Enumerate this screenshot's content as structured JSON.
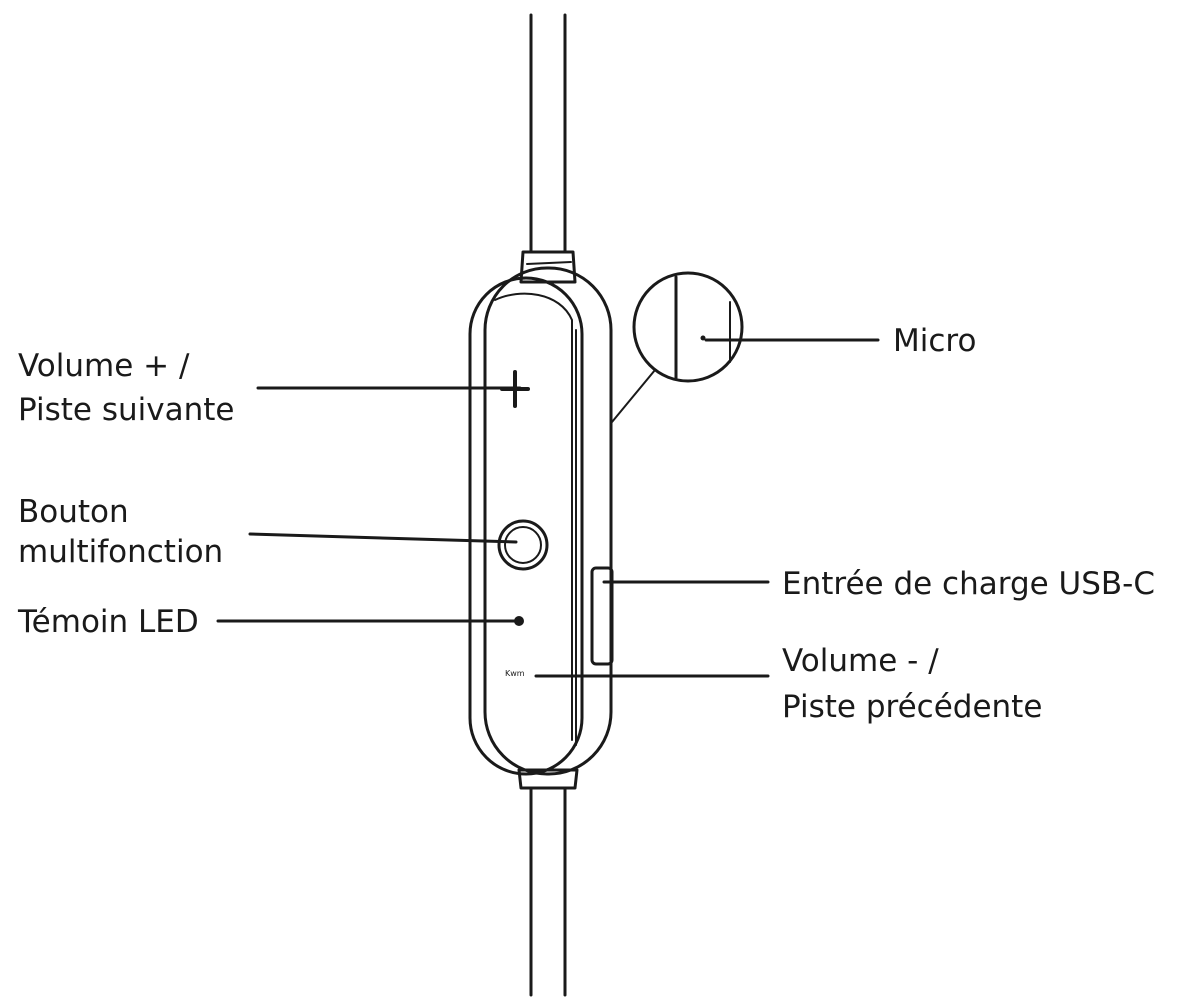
{
  "labels": {
    "volume_plus_line1": "Volume + /",
    "volume_plus_line2": "Piste suivante",
    "multifunction_line1": "Bouton",
    "multifunction_line2": "multifonction",
    "led": "Témoin LED",
    "micro": "Micro",
    "usb_c": "Entrée de charge USB-C",
    "volume_minus_line1": "Volume - /",
    "volume_minus_line2": "Piste précédente"
  },
  "device": {
    "minus_marking": "Kwm"
  }
}
